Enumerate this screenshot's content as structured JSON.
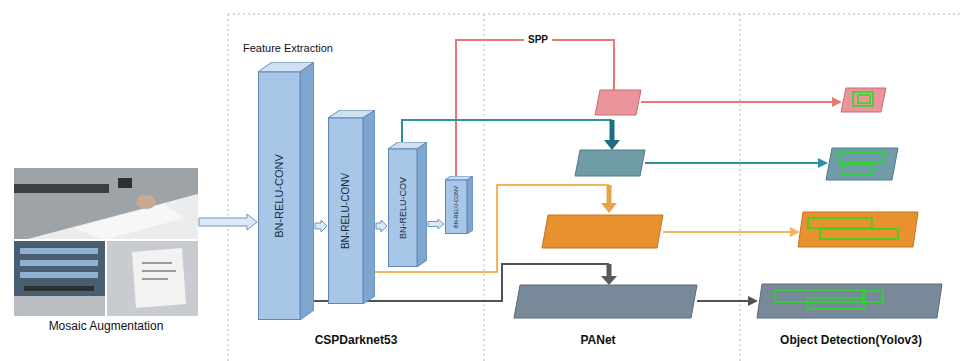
{
  "diagram": {
    "nodes": [
      {
        "text": [
          "Mosaic Augmentation"
        ]
      },
      {
        "text": [
          "BN-RELU-CONV"
        ]
      },
      {
        "text": [
          "BN-RELU-CONV"
        ]
      },
      {
        "text": [
          "BN-RELU-COV"
        ]
      },
      {
        "text": [
          "BN-RELU-CONV"
        ]
      }
    ],
    "edges": [
      {
        "from": 0,
        "to": 1,
        "arrow": "to"
      },
      {
        "from": 1,
        "to": 2,
        "arrow": "to"
      },
      {
        "from": 2,
        "to": 3,
        "arrow": "to"
      },
      {
        "from": 3,
        "to": 4,
        "arrow": "to"
      }
    ],
    "labels": [
      "Feature Extraction",
      "SPP",
      "CSPDarknet53",
      "PANet",
      "Object Detection(Yolov3)"
    ]
  }
}
